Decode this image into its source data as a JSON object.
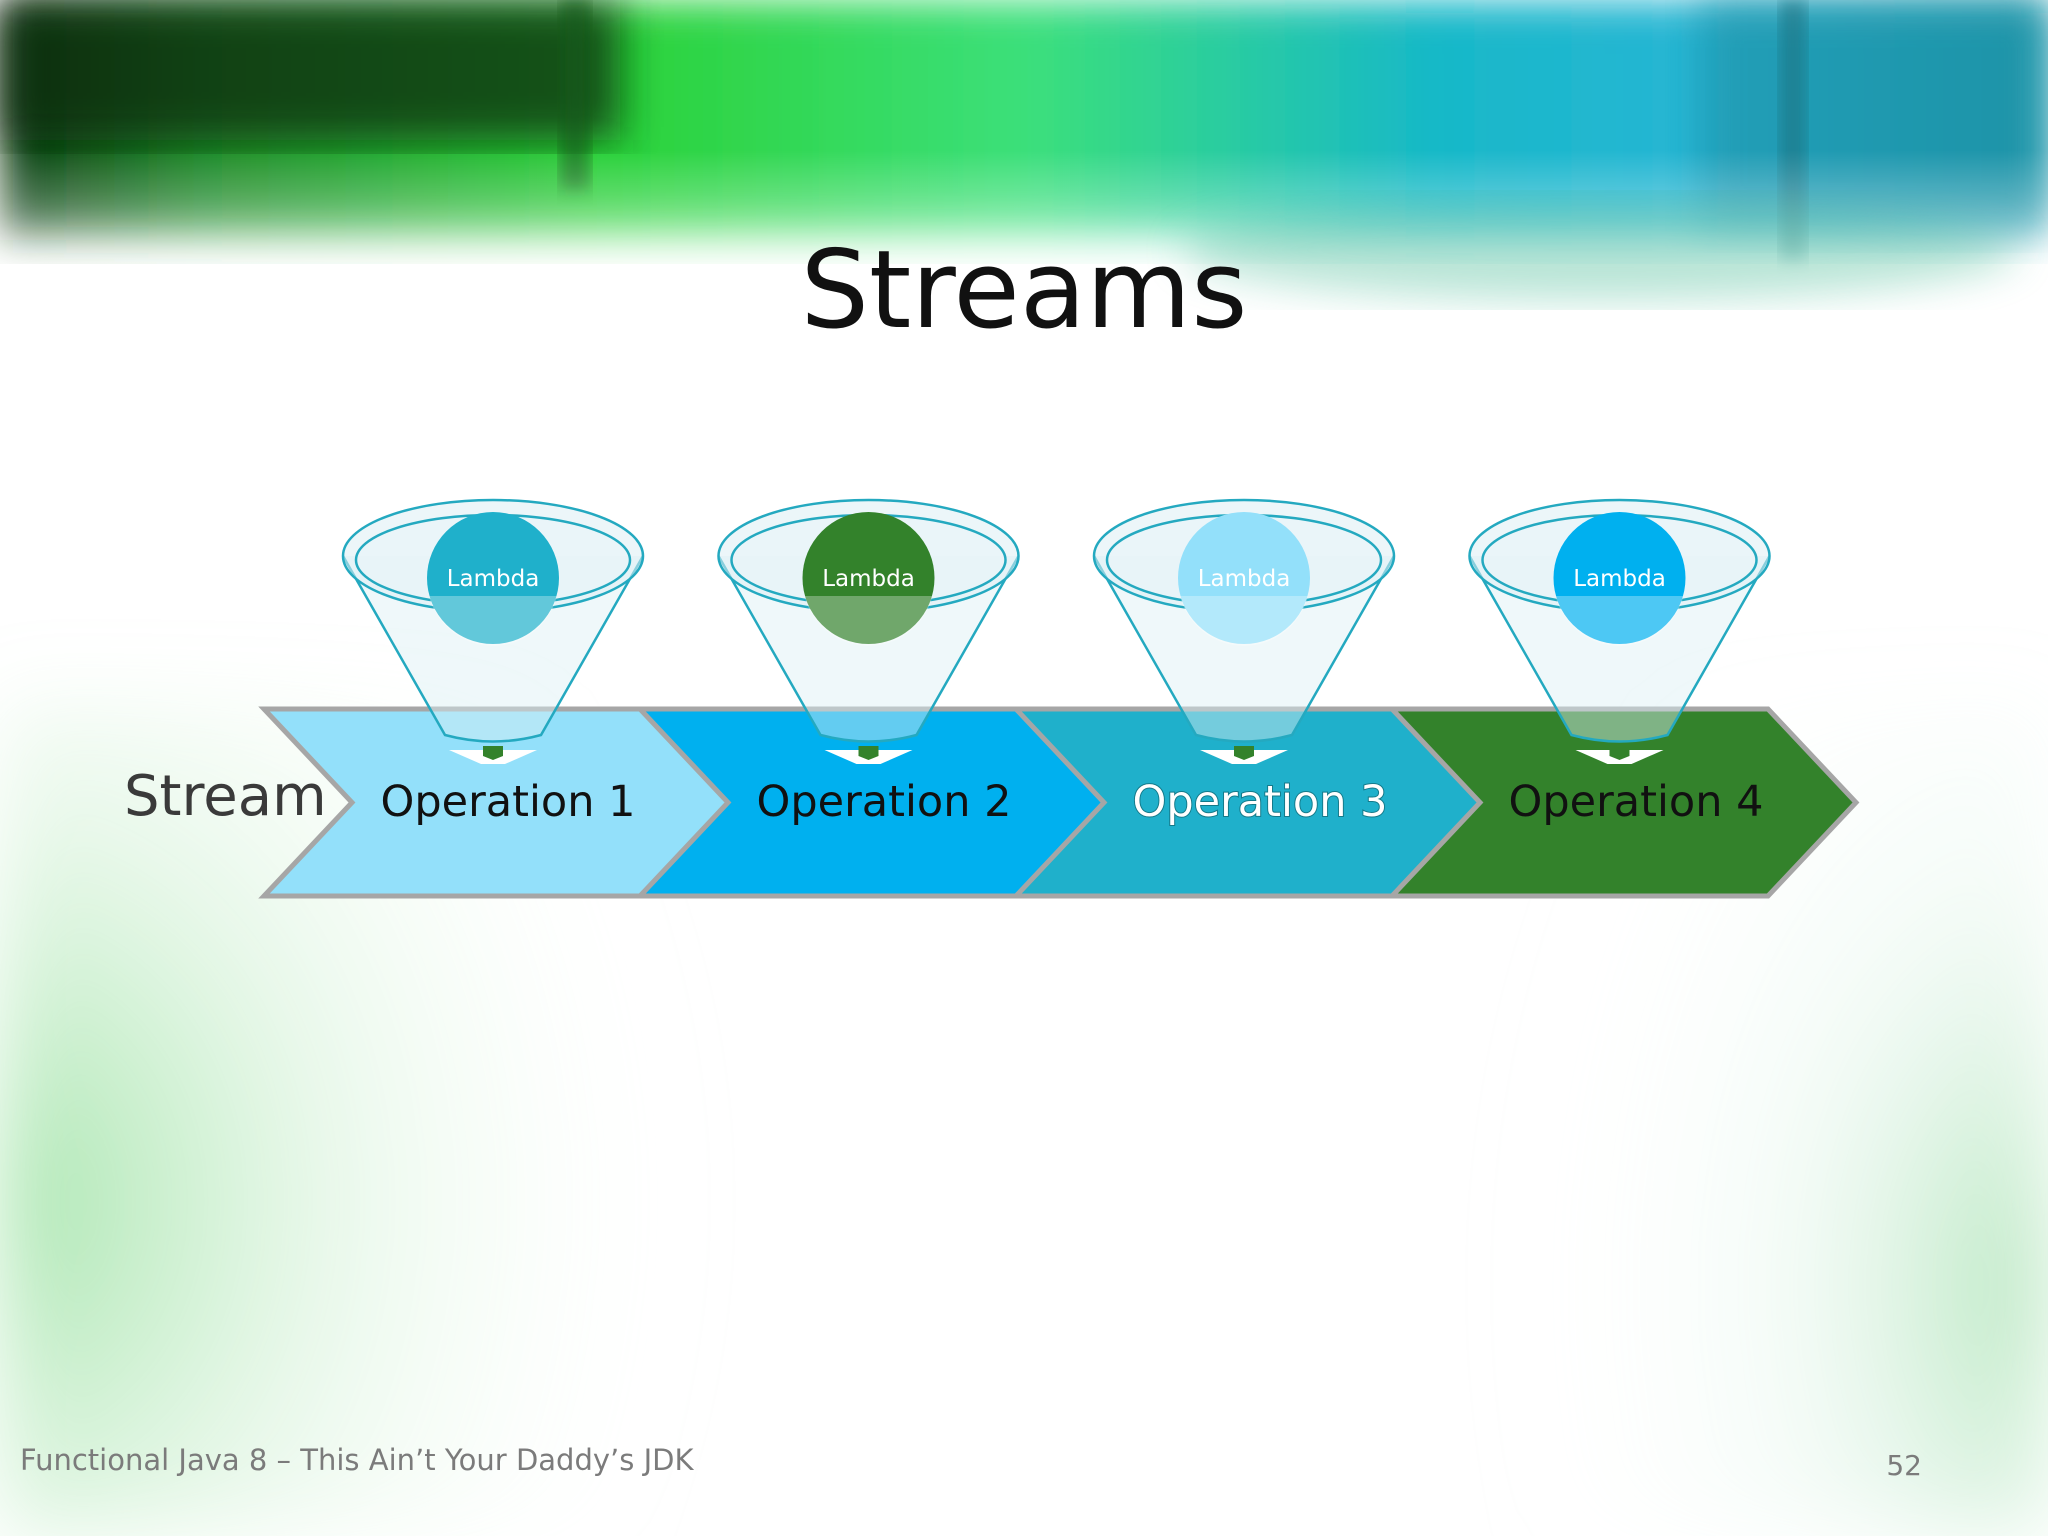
{
  "slide": {
    "title": "Streams",
    "footer": "Functional Java 8 – This Ain’t Your Daddy’s JDK",
    "page_number": "52"
  },
  "diagram": {
    "input_label": "Stream",
    "stages": [
      {
        "operation": "Operation 1",
        "lambda": "Lambda",
        "chevron_color": "#93E0FA",
        "circle_color": "#1FB0CB",
        "label_color": "#111111"
      },
      {
        "operation": "Operation 2",
        "lambda": "Lambda",
        "chevron_color": "#00B0EF",
        "circle_color": "#33822B",
        "label_color": "#111111"
      },
      {
        "operation": "Operation 3",
        "lambda": "Lambda",
        "chevron_color": "#1FB0CB",
        "circle_color": "#93E0FA",
        "label_color": "#FFFFFF"
      },
      {
        "operation": "Operation 4",
        "lambda": "Lambda",
        "chevron_color": "#33822B",
        "circle_color": "#00B0EF",
        "label_color": "#111111"
      }
    ]
  },
  "colors": {
    "funnel_stroke": "#24A9C0",
    "funnel_fill": "#DCEFF4",
    "chevron_outline": "#A6A6A6",
    "drop_marker": "#33822B"
  }
}
